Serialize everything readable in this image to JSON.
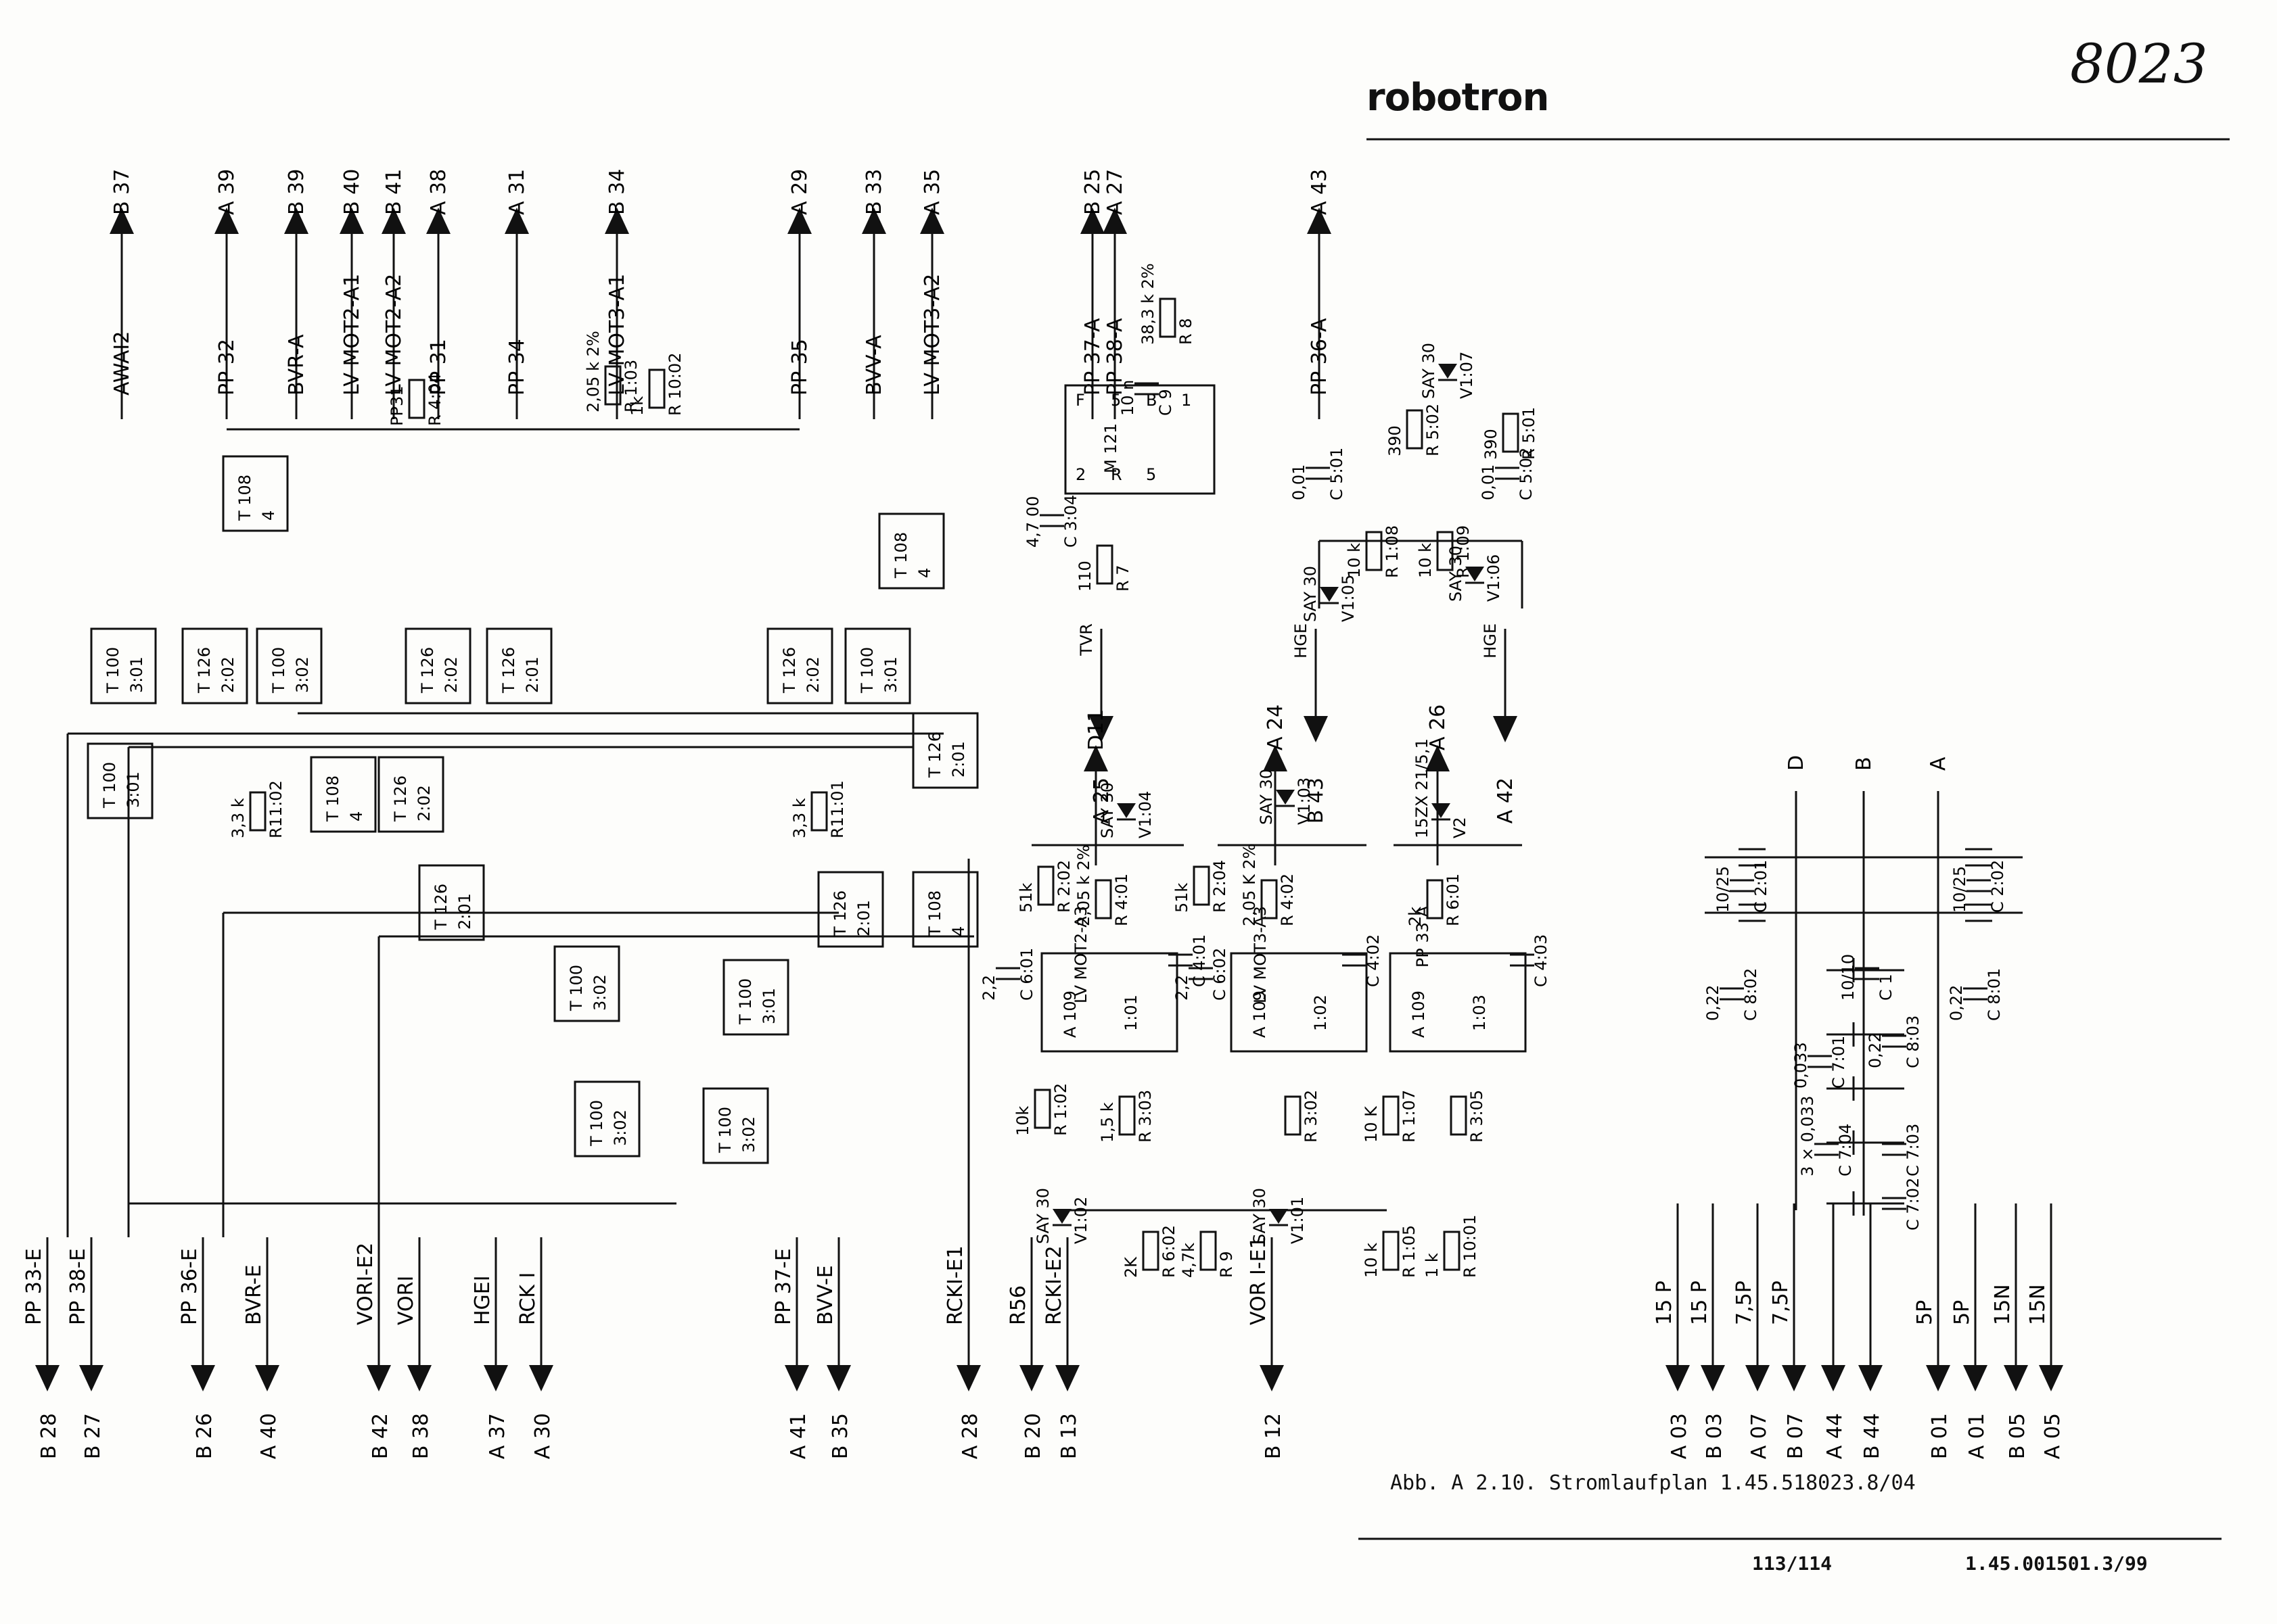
{
  "header": {
    "brand": "robotron",
    "handwritten_number": "8023"
  },
  "footer": {
    "caption": "Abb. A 2.10.  Stromlaufplan 1.45.518023.8/04",
    "page": "113/114",
    "document": "1.45.001501.3/99"
  },
  "top_terminals": [
    {
      "net": "AWAI2",
      "pin": "B 37"
    },
    {
      "net": "PP 32",
      "pin": "A 39"
    },
    {
      "net": "BVR-A",
      "pin": "B 39"
    },
    {
      "net": "LV MOT2-A1",
      "pin": "B 40"
    },
    {
      "net": "LV MOT2-A2",
      "pin": "B 41"
    },
    {
      "net": "PP 31",
      "pin": "A 38"
    },
    {
      "net": "PP 34",
      "pin": "A 31"
    },
    {
      "net": "LV MOT3-A1",
      "pin": "B 34"
    },
    {
      "net": "PP 35",
      "pin": "A 29"
    },
    {
      "net": "BVV-A",
      "pin": "B 33"
    },
    {
      "net": "LV MOT3-A2",
      "pin": "A 35"
    },
    {
      "net": "PP 37-A",
      "pin": "B 25"
    },
    {
      "net": "PP 38-A",
      "pin": "A 27"
    },
    {
      "net": "PP 36-A",
      "pin": "A 43"
    }
  ],
  "mid_terminals": [
    {
      "net": "TVR",
      "pin": "A 25"
    },
    {
      "net": "HGE",
      "pin": "B 43"
    },
    {
      "net": "HGE",
      "pin": "A 42"
    },
    {
      "net": "LV MOT2-A3",
      "pin": "D11"
    },
    {
      "net": "LV MOT3-A3",
      "pin": "A 24"
    },
    {
      "net": "PP 33 A",
      "pin": "A 26"
    }
  ],
  "bottom_terminals": [
    {
      "net": "PP 33-E",
      "pin": "B 28"
    },
    {
      "net": "PP 38-E",
      "pin": "B 27"
    },
    {
      "net": "PP 36-E",
      "pin": "B 26"
    },
    {
      "net": "BVR-E",
      "pin": "A 40"
    },
    {
      "net": "VORI-E2",
      "pin": "B 42"
    },
    {
      "net": "VORI",
      "pin": "B 38"
    },
    {
      "net": "HGEI",
      "pin": "A 37"
    },
    {
      "net": "RCK I",
      "pin": "A 30"
    },
    {
      "net": "PP 37-E",
      "pin": "A 41"
    },
    {
      "net": "BVV-E",
      "pin": "B 35"
    },
    {
      "net": "RCKI-E1",
      "pin": "A 28"
    },
    {
      "net": "R56",
      "pin": "B 20"
    },
    {
      "net": "RCKI-E2",
      "pin": "B 13"
    },
    {
      "net": "VOR I-E1",
      "pin": "B 12"
    }
  ],
  "power_terminals": [
    {
      "net": "15 P",
      "pin": "A 03"
    },
    {
      "net": "15 P",
      "pin": "B 03"
    },
    {
      "net": "7,5P",
      "pin": "A 07"
    },
    {
      "net": "7,5P",
      "pin": "B 07"
    },
    {
      "net": "",
      "pin": "A 44"
    },
    {
      "net": "",
      "pin": "B 44"
    },
    {
      "net": "5P",
      "pin": "B 01"
    },
    {
      "net": "5P",
      "pin": "A 01"
    },
    {
      "net": "15N",
      "pin": "B 05"
    },
    {
      "net": "15N",
      "pin": "A 05"
    }
  ],
  "rail_labels": [
    "D",
    "B",
    "A"
  ],
  "gates": [
    {
      "type": "T 100",
      "ref": "3:01"
    },
    {
      "type": "T 126",
      "ref": "2:02"
    },
    {
      "type": "T 100",
      "ref": "3:02"
    },
    {
      "type": "T 126",
      "ref": "2:02"
    },
    {
      "type": "T 126",
      "ref": "2:01"
    },
    {
      "type": "T 126",
      "ref": "2:02"
    },
    {
      "type": "T 100",
      "ref": "3:01"
    },
    {
      "type": "T 108",
      "ref": "4"
    },
    {
      "type": "T 108",
      "ref": "4"
    },
    {
      "type": "T 126",
      "ref": "2:02"
    },
    {
      "type": "T 108",
      "ref": "4"
    },
    {
      "type": "T 126",
      "ref": "2:01"
    },
    {
      "type": "T 100",
      "ref": "3:01"
    },
    {
      "type": "T 126",
      "ref": "2:01"
    },
    {
      "type": "T 126",
      "ref": "2:01"
    },
    {
      "type": "T 108",
      "ref": "4"
    },
    {
      "type": "T 100",
      "ref": "3:02"
    },
    {
      "type": "T 100",
      "ref": "3:01"
    },
    {
      "type": "T 100",
      "ref": "3:02"
    },
    {
      "type": "T 100",
      "ref": "3:02"
    }
  ],
  "opamps": [
    {
      "type": "A 109",
      "ref": "1:01"
    },
    {
      "type": "A 109",
      "ref": "1:02"
    },
    {
      "type": "A 109",
      "ref": "1:03"
    }
  ],
  "monoflop": {
    "type": "M 121",
    "pins": [
      "F",
      "5",
      "B",
      "1",
      "2",
      "R",
      "5"
    ]
  },
  "components": [
    {
      "ref": "R11:02",
      "value": "3,3 k"
    },
    {
      "ref": "R11:01",
      "value": "3,3 k"
    },
    {
      "ref": "R 1:03",
      "value": "2,05 k 2%"
    },
    {
      "ref": "R 10:02",
      "value": "1k"
    },
    {
      "ref": "R 4:04",
      "value": "PP31"
    },
    {
      "ref": "R 8",
      "value": "38,3 k 2%"
    },
    {
      "ref": "C 9",
      "value": "10 n"
    },
    {
      "ref": "C 3:04",
      "value": "4,7 00"
    },
    {
      "ref": "R 7",
      "value": "110"
    },
    {
      "ref": "C 5:01",
      "value": "0,01"
    },
    {
      "ref": "R 5:02",
      "value": "390"
    },
    {
      "ref": "R 5:01",
      "value": "390"
    },
    {
      "ref": "C 5:02",
      "value": "0,01"
    },
    {
      "ref": "R 1:08",
      "value": "10 k"
    },
    {
      "ref": "R 1:09",
      "value": "10 k"
    },
    {
      "ref": "V1:07",
      "value": "SAY 30"
    },
    {
      "ref": "V1:05",
      "value": "SAY 30"
    },
    {
      "ref": "V1:06",
      "value": "SAY 30"
    },
    {
      "ref": "V1:04",
      "value": "SAY 30"
    },
    {
      "ref": "V1:03",
      "value": "SAY 30"
    },
    {
      "ref": "V2",
      "value": "15ZX 21/5,1"
    },
    {
      "ref": "R 2:02",
      "value": "51k"
    },
    {
      "ref": "R 4:01",
      "value": "2,05 k 2%"
    },
    {
      "ref": "R 2:04",
      "value": "51k"
    },
    {
      "ref": "R 4:02",
      "value": "2,05 K 2%"
    },
    {
      "ref": "R 6:01",
      "value": "2k"
    },
    {
      "ref": "C 6:01",
      "value": "2,2"
    },
    {
      "ref": "C 6:02",
      "value": "2,2"
    },
    {
      "ref": "C 4:01",
      "value": ""
    },
    {
      "ref": "C 4:02",
      "value": ""
    },
    {
      "ref": "C 4:03",
      "value": ""
    },
    {
      "ref": "R 3:03",
      "value": "1,5 k"
    },
    {
      "ref": "R 3:02",
      "value": ""
    },
    {
      "ref": "R 3:05",
      "value": ""
    },
    {
      "ref": "R 1:02",
      "value": "10k"
    },
    {
      "ref": "R 1:07",
      "value": "10 K"
    },
    {
      "ref": "R 6:02",
      "value": "2K"
    },
    {
      "ref": "R 9",
      "value": "4,7k"
    },
    {
      "ref": "V1:02",
      "value": "SAY 30"
    },
    {
      "ref": "V1:01",
      "value": "SAY 30"
    },
    {
      "ref": "R 1:05",
      "value": "10 k"
    },
    {
      "ref": "R 10:01",
      "value": "1 k"
    },
    {
      "ref": "C 2:01",
      "value": "10/25"
    },
    {
      "ref": "C 2:02",
      "value": "10/25"
    },
    {
      "ref": "C 8:02",
      "value": "0,22"
    },
    {
      "ref": "C 8:01",
      "value": "0,22"
    },
    {
      "ref": "C 7:01",
      "value": "0,033"
    },
    {
      "ref": "C 1",
      "value": "10/10"
    },
    {
      "ref": "C 8:03",
      "value": "0,22"
    },
    {
      "ref": "C 7:04",
      "value": "3 × 0,033"
    },
    {
      "ref": "C 7:03",
      "value": ""
    },
    {
      "ref": "C 7:02",
      "value": ""
    }
  ]
}
